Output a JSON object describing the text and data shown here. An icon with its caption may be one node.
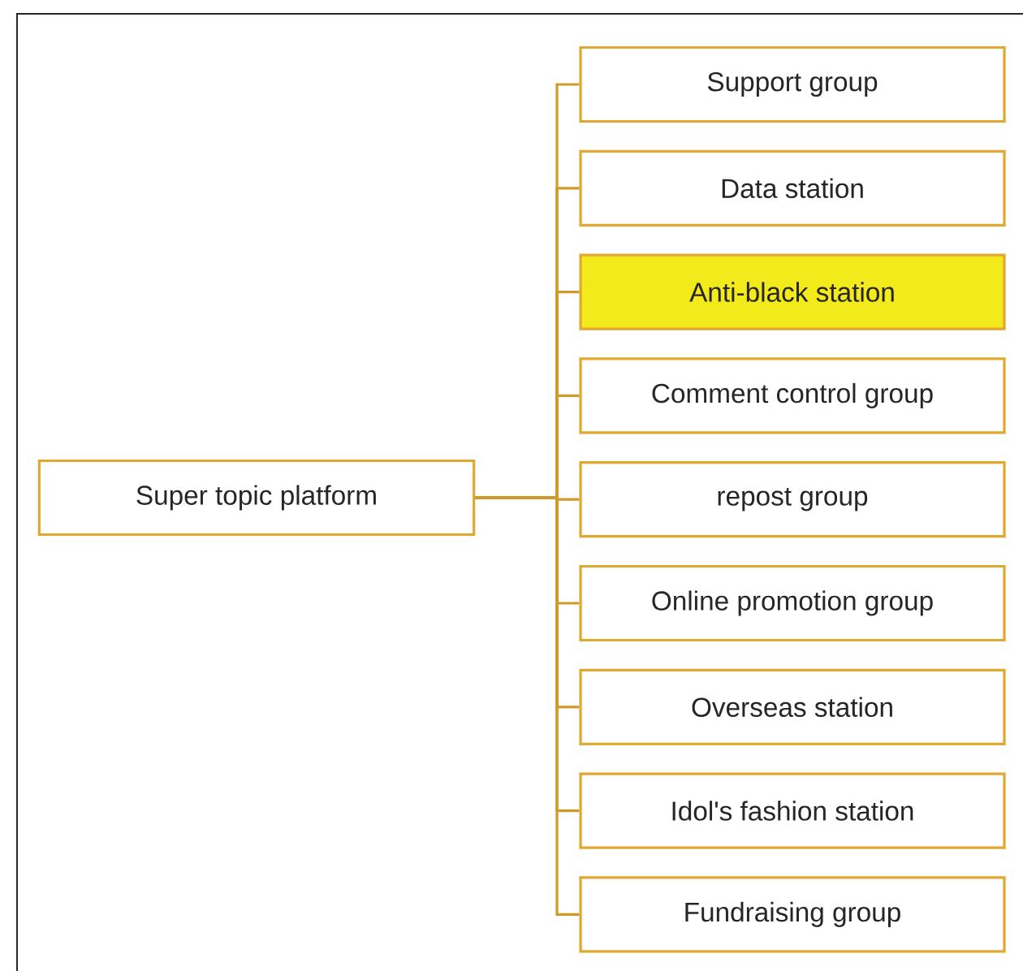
{
  "diagram": {
    "nodes": [
      {
        "text": [
          "Super topic platform"
        ]
      },
      {
        "text": [
          "Support group"
        ]
      },
      {
        "text": [
          "Data station"
        ]
      },
      {
        "text": [
          "Anti-black station"
        ]
      },
      {
        "text": [
          "Comment control group"
        ]
      },
      {
        "text": [
          "repost group"
        ]
      },
      {
        "text": [
          "Online promotion group"
        ]
      },
      {
        "text": [
          "Overseas station"
        ]
      },
      {
        "text": [
          "Idol's fashion station"
        ]
      },
      {
        "text": [
          "Fundraising group"
        ]
      }
    ],
    "edges": [
      {
        "from": 0,
        "to": 1,
        "arrow": "none"
      },
      {
        "from": 0,
        "to": 2,
        "arrow": "none"
      },
      {
        "from": 0,
        "to": 3,
        "arrow": "none"
      },
      {
        "from": 0,
        "to": 4,
        "arrow": "none"
      },
      {
        "from": 0,
        "to": 5,
        "arrow": "none"
      },
      {
        "from": 0,
        "to": 6,
        "arrow": "none"
      },
      {
        "from": 0,
        "to": 7,
        "arrow": "none"
      },
      {
        "from": 0,
        "to": 8,
        "arrow": "none"
      },
      {
        "from": 0,
        "to": 9,
        "arrow": "none"
      }
    ]
  }
}
